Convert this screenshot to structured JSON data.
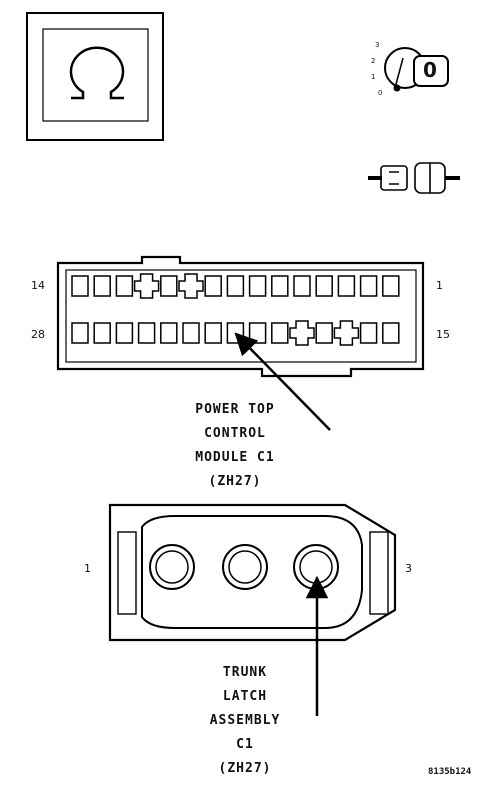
{
  "ignition": {
    "positions": [
      "3",
      "2",
      "1",
      "0"
    ],
    "key_glyph": "0"
  },
  "c1_connector": {
    "pin_top_left": "14",
    "pin_top_right": "1",
    "pin_bottom_left": "28",
    "pin_bottom_right": "15",
    "caption_lines": [
      "POWER TOP",
      "CONTROL",
      "MODULE C1",
      "(ZH27)"
    ]
  },
  "trunk_connector": {
    "pin_left": "1",
    "pin_right": "3",
    "caption_lines": [
      "TRUNK",
      "LATCH",
      "ASSEMBLY",
      "C1",
      "(ZH27)"
    ]
  },
  "figure_code": "8135b124"
}
